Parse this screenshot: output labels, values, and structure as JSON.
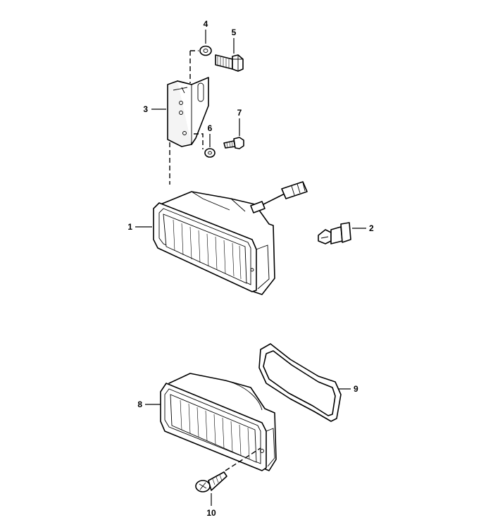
{
  "callouts": [
    {
      "id": "1",
      "text": "1"
    },
    {
      "id": "2",
      "text": "2"
    },
    {
      "id": "3",
      "text": "3"
    },
    {
      "id": "4",
      "text": "4"
    },
    {
      "id": "5",
      "text": "5"
    },
    {
      "id": "6",
      "text": "6"
    },
    {
      "id": "7",
      "text": "7"
    },
    {
      "id": "8",
      "text": "8"
    },
    {
      "id": "9",
      "text": "9"
    },
    {
      "id": "10",
      "text": "10"
    }
  ],
  "parts": [
    {
      "callout": "1",
      "icon": "fog-lamp-assembly-icon"
    },
    {
      "callout": "2",
      "icon": "bulb-icon"
    },
    {
      "callout": "3",
      "icon": "mounting-bracket-icon"
    },
    {
      "callout": "4",
      "icon": "washer-icon"
    },
    {
      "callout": "5",
      "icon": "hex-bolt-icon"
    },
    {
      "callout": "6",
      "icon": "washer-icon"
    },
    {
      "callout": "7",
      "icon": "screw-icon"
    },
    {
      "callout": "8",
      "icon": "fog-lamp-housing-icon"
    },
    {
      "callout": "9",
      "icon": "gasket-icon"
    },
    {
      "callout": "10",
      "icon": "phillips-screw-icon"
    }
  ]
}
